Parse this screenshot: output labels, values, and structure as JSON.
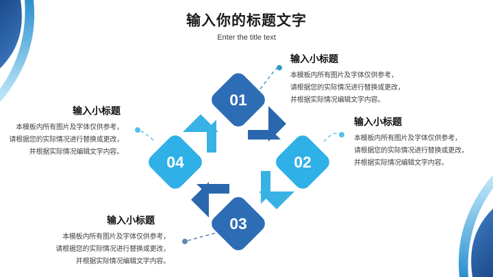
{
  "slide": {
    "title": "输入你的标题文字",
    "subtitle": "Enter the title text"
  },
  "blocks": {
    "top_right": {
      "heading": "输入小标题",
      "lines": [
        "本模板内所有图片及字体仅供参考，",
        "请根据您的实际情况进行替换或更改，",
        "并根据实际情况编辑文字内容。"
      ]
    },
    "right": {
      "heading": "输入小标题",
      "lines": [
        "本模板内所有图片及字体仅供参考，",
        "请根据您的实际情况进行替换或更改，",
        "并根据实际情况编辑文字内容。"
      ]
    },
    "left": {
      "heading": "输入小标题",
      "lines": [
        "本模板内所有图片及字体仅供参考，",
        "请根据您的实际情况进行替换或更改，",
        "并根据实际情况编辑文字内容。"
      ]
    },
    "bottom": {
      "heading": "输入小标题",
      "lines": [
        "本模板内所有图片及字体仅供参考，",
        "请根据您的实际情况进行替换或更改，",
        "并根据实际情况编辑文字内容。"
      ]
    }
  },
  "diagram": {
    "nodes": [
      {
        "number": "01"
      },
      {
        "number": "02"
      },
      {
        "number": "03"
      },
      {
        "number": "04"
      }
    ]
  },
  "colors": {
    "dark_blue": "#2d6db5",
    "cyan": "#2fb0e6",
    "chevron_dark": "#2a67ad",
    "chevron_cyan": "#38b2e4",
    "connector_teal": "#3f9fc8",
    "connector_cyan": "#6fc4e8",
    "connector_steel": "#5f87ae",
    "dot_teal": "#2e9dc6",
    "dot_cyan": "#55bfe8",
    "dot_steel": "#5f87ae"
  }
}
